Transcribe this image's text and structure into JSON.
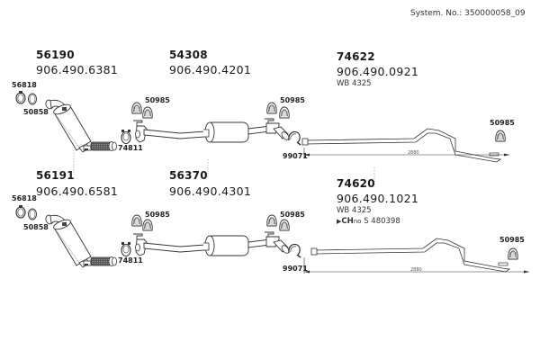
{
  "header": {
    "system_no": "System. No.: 350000058_09"
  },
  "rows": [
    {
      "groups": [
        {
          "part_no": "56190",
          "oem_no": "906.490.6381"
        },
        {
          "part_no": "54308",
          "oem_no": "906.490.4201"
        },
        {
          "part_no": "74622",
          "oem_no": "906.490.0921",
          "wb": "WB 4325"
        }
      ],
      "labels": {
        "clamp_a": "56818",
        "gasket": "50858",
        "clamp_b": "74811",
        "mount_a": "50985",
        "mount_b": "50985",
        "clamp_c": "99071",
        "mount_c": "50985"
      },
      "dimension": "2880"
    },
    {
      "groups": [
        {
          "part_no": "56191",
          "oem_no": "906.490.6581"
        },
        {
          "part_no": "56370",
          "oem_no": "906.490.4301"
        },
        {
          "part_no": "74620",
          "oem_no": "906.490.1021",
          "wb": "WB 4325",
          "ch_prefix": "CH",
          "ch_label": "no",
          "ch_value": "S 480398"
        }
      ],
      "labels": {
        "clamp_a": "56818",
        "gasket": "50858",
        "clamp_b": "74811",
        "mount_a": "50985",
        "mount_b": "50985",
        "clamp_c": "99071",
        "mount_c": "50985"
      },
      "dimension": "2880"
    }
  ],
  "colors": {
    "line": "#3a3a3a",
    "fill": "#ffffff",
    "shade": "#9a9a9a",
    "dark": "#222222"
  }
}
